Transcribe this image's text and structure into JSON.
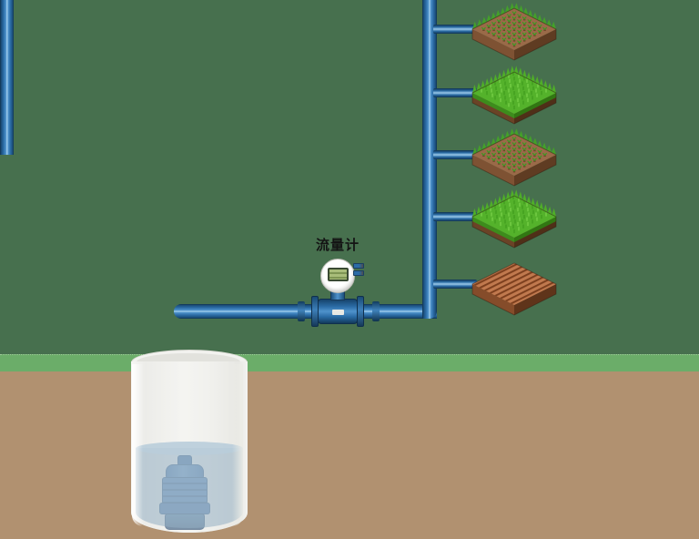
{
  "scene": {
    "flow_meter": {
      "label": "流量计",
      "display_color": "#95ac67",
      "head_color": "#ffffff"
    },
    "colors": {
      "sky": "#47704e",
      "grass_strip": "#6bad69",
      "soil": "#b19170",
      "pipe_body": "#2b6ca6",
      "pipe_dark": "#0f324e",
      "pipe_highlight": "#a8d3ef",
      "tank_wall": "#f2f2ef",
      "water": "#94aec2",
      "pump_blue": "#4a7db3"
    },
    "well": {
      "tank_icon": "well-cylinder-icon",
      "pump_icon": "submersible-pump-icon"
    },
    "fields": [
      {
        "id": "field-1",
        "type": "seedling",
        "icon": "seedling-plot-icon"
      },
      {
        "id": "field-2",
        "type": "grass",
        "icon": "grass-plot-icon"
      },
      {
        "id": "field-3",
        "type": "seedling",
        "icon": "seedling-plot-icon"
      },
      {
        "id": "field-4",
        "type": "grass",
        "icon": "grass-plot-icon"
      },
      {
        "id": "field-5",
        "type": "plowed",
        "icon": "plowed-plot-icon"
      }
    ]
  }
}
